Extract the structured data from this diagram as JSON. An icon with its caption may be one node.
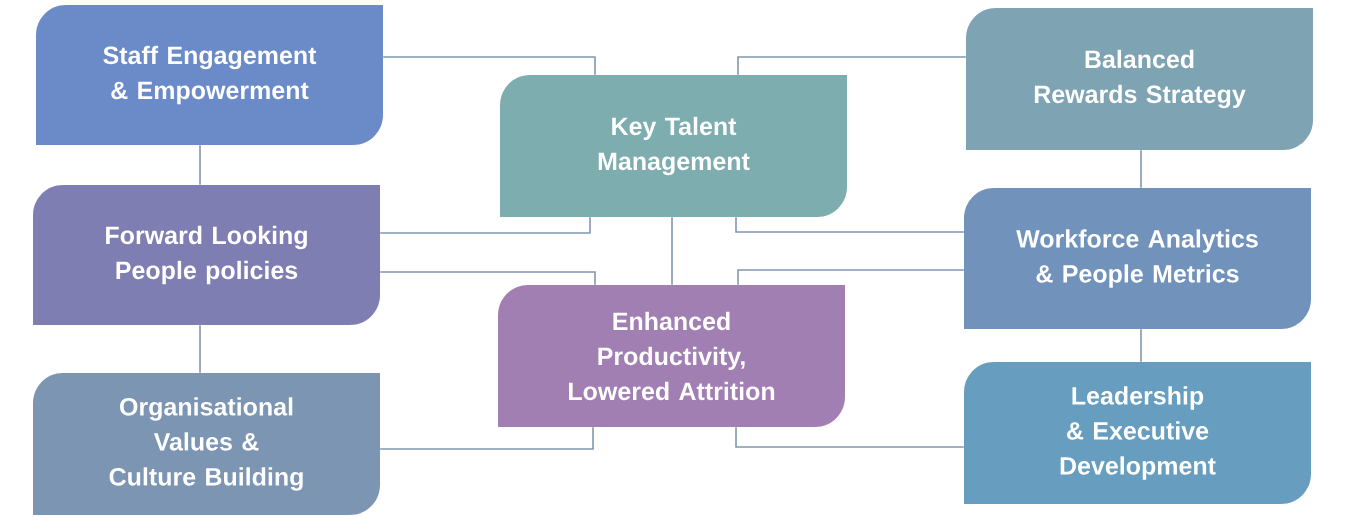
{
  "diagram": {
    "nodes": [
      {
        "text": [
          "Staff Engagement & Empowerment"
        ]
      },
      {
        "text": [
          "Forward Looking People policies"
        ]
      },
      {
        "text": [
          "Organisational Values & Culture Building"
        ]
      },
      {
        "text": [
          "Key Talent Management"
        ]
      },
      {
        "text": [
          "Enhanced Productivity, Lowered Attrition"
        ]
      },
      {
        "text": [
          "Balanced Rewards Strategy"
        ]
      },
      {
        "text": [
          "Workforce Analytics & People Metrics"
        ]
      },
      {
        "text": [
          "Leadership & Executive Development"
        ]
      }
    ],
    "edges": [
      {
        "from": 0,
        "to": 3,
        "arrow": "none"
      },
      {
        "from": 0,
        "to": 1,
        "arrow": "none"
      },
      {
        "from": 1,
        "to": 3,
        "arrow": "none"
      },
      {
        "from": 1,
        "to": 4,
        "arrow": "none"
      },
      {
        "from": 1,
        "to": 2,
        "arrow": "none"
      },
      {
        "from": 2,
        "to": 4,
        "arrow": "none"
      },
      {
        "from": 3,
        "to": 4,
        "arrow": "none"
      },
      {
        "from": 5,
        "to": 3,
        "arrow": "none"
      },
      {
        "from": 3,
        "to": 6,
        "arrow": "none"
      },
      {
        "from": 6,
        "to": 4,
        "arrow": "none"
      },
      {
        "from": 4,
        "to": 7,
        "arrow": "none"
      },
      {
        "from": 5,
        "to": 6,
        "arrow": "none"
      },
      {
        "from": 6,
        "to": 7,
        "arrow": "none"
      }
    ]
  }
}
